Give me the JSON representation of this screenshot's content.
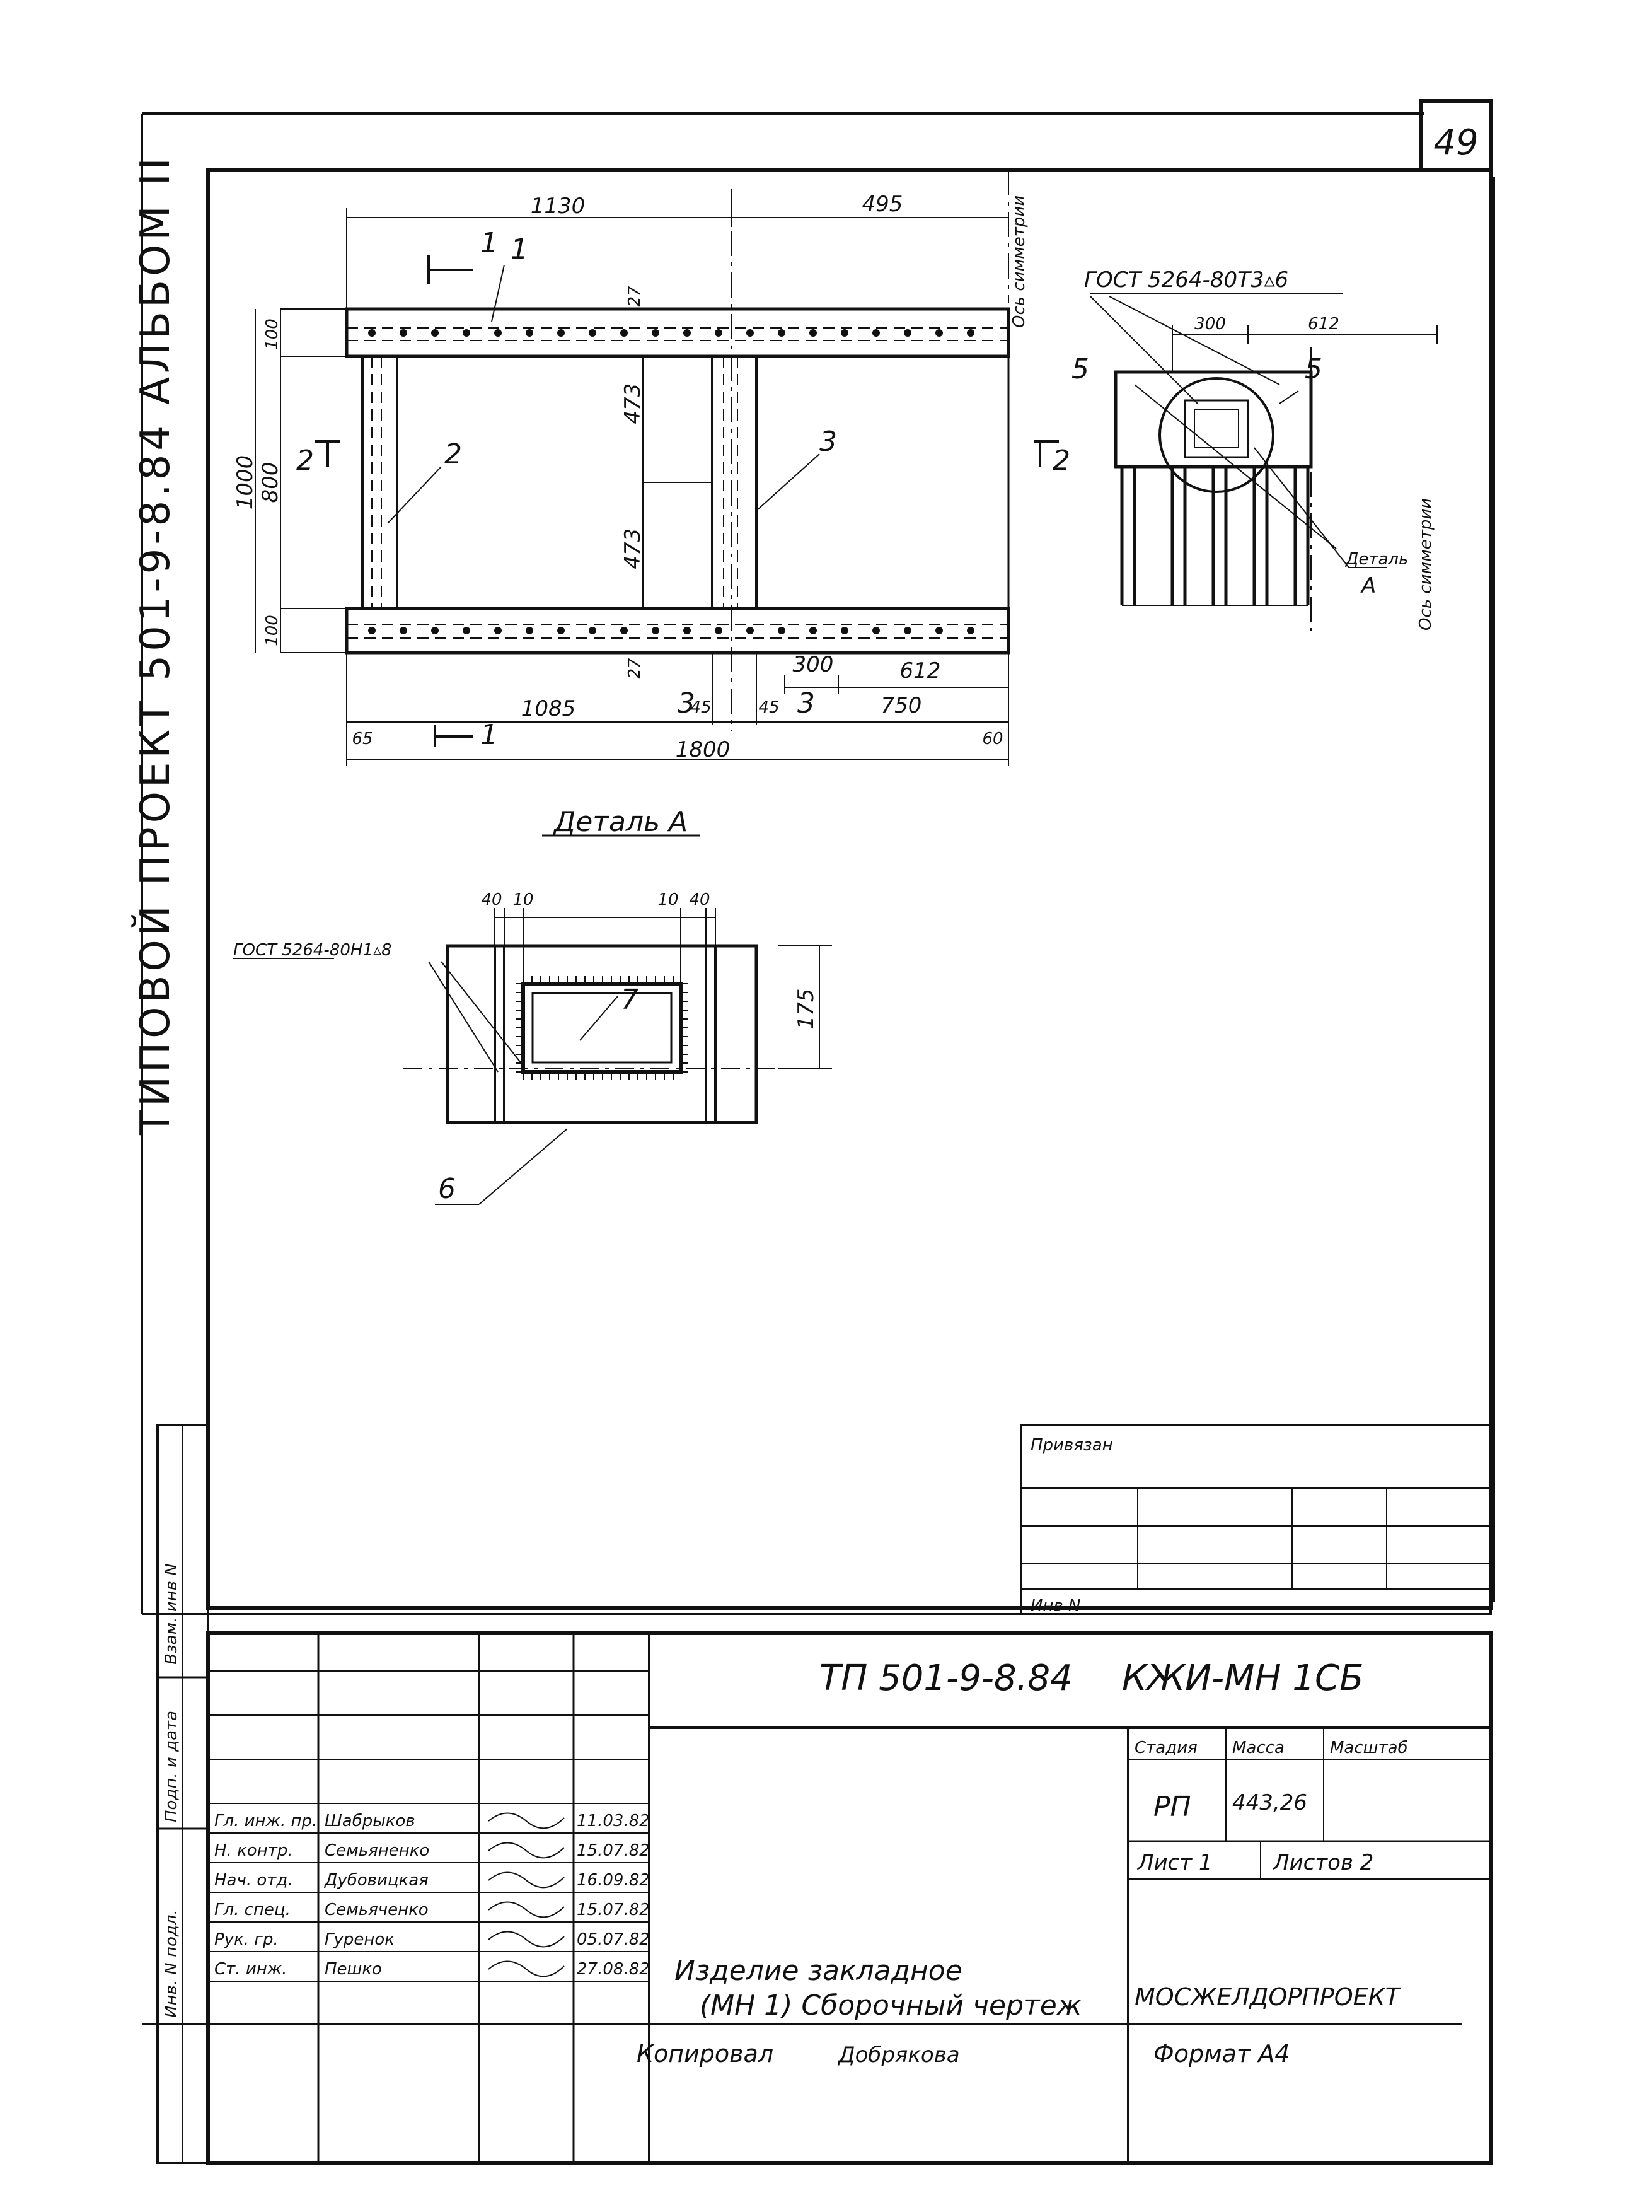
{
  "page_number": "49",
  "spine_text": "ТИПОВОЙ ПРОЕКТ 501-9-8.84 АЛЬБОМ II",
  "main_view": {
    "pos1_label": "1",
    "pos2_label": "2",
    "pos3_label": "3",
    "section1_mark": "1",
    "section2_mark": "2",
    "section3_mark": "3",
    "axis_label": "Ось симметрии",
    "dim_1130": "1130",
    "dim_495": "495",
    "dim_100_top": "100",
    "dim_800": "800",
    "dim_1000": "1000",
    "dim_100_bottom": "100",
    "dim_27_top": "27",
    "dim_27_bottom": "27",
    "dim_473_top": "473",
    "dim_473_bottom": "473",
    "dim_300": "300",
    "dim_612": "612",
    "dim_1085": "1085",
    "dim_45a": "45",
    "dim_45b": "45",
    "dim_750": "750",
    "dim_65": "65",
    "dim_1800": "1800",
    "dim_60": "60"
  },
  "section_view": {
    "gost_label": "ГОСТ 5264-80Т3▵6",
    "dim_300": "300",
    "dim_612": "612",
    "pos5_left": "5",
    "pos5_right": "5",
    "detail_ref": "Деталь",
    "detail_ref_letter": "А",
    "axis_label": "Ось симметрии"
  },
  "detail_a": {
    "title": "Деталь А",
    "gost_label": "ГОСТ 5264-80Н1▵8",
    "dims_top": [
      "40",
      "10",
      "10",
      "40"
    ],
    "dim_175": "175",
    "pos7": "7",
    "pos6": "6"
  },
  "left_strip": {
    "c1": "Взам. инв N",
    "c2": "Подп. и дата",
    "c3": "Инв. N подл."
  },
  "stamp": {
    "privyazan": "Привязан",
    "inv_n": "Инв N",
    "doc_code": "ТП 501-9-8.84",
    "doc_mark": "КЖИ-МН 1СБ",
    "stadia_label": "Стадия",
    "massa_label": "Масса",
    "masshtab_label": "Масштаб",
    "stadia": "РП",
    "massa": "443,26",
    "list_label": "Лист 1",
    "listov_label": "Листов 2",
    "title_line1": "Изделие закладное",
    "title_line2": "(МН 1) Сборочный чертеж",
    "org": "МОСЖЕЛДОРПРОЕКТ",
    "signers": [
      {
        "role": "Гл. инж. пр.",
        "name": "Шабрыков",
        "date": "11.03.82"
      },
      {
        "role": "Н. контр.",
        "name": "Семьяненко",
        "date": "15.07.82"
      },
      {
        "role": "Нач. отд.",
        "name": "Дубовицкая",
        "date": "16.09.82"
      },
      {
        "role": "Гл. спец.",
        "name": "Семьяченко",
        "date": "15.07.82"
      },
      {
        "role": "Рук. гр.",
        "name": "Гуренок",
        "date": "05.07.82"
      },
      {
        "role": "Ст. инж.",
        "name": "Пешко",
        "date": "27.08.82"
      }
    ],
    "copied": "Копировал",
    "copied_name": "Добрякова",
    "format": "Формат А4"
  }
}
